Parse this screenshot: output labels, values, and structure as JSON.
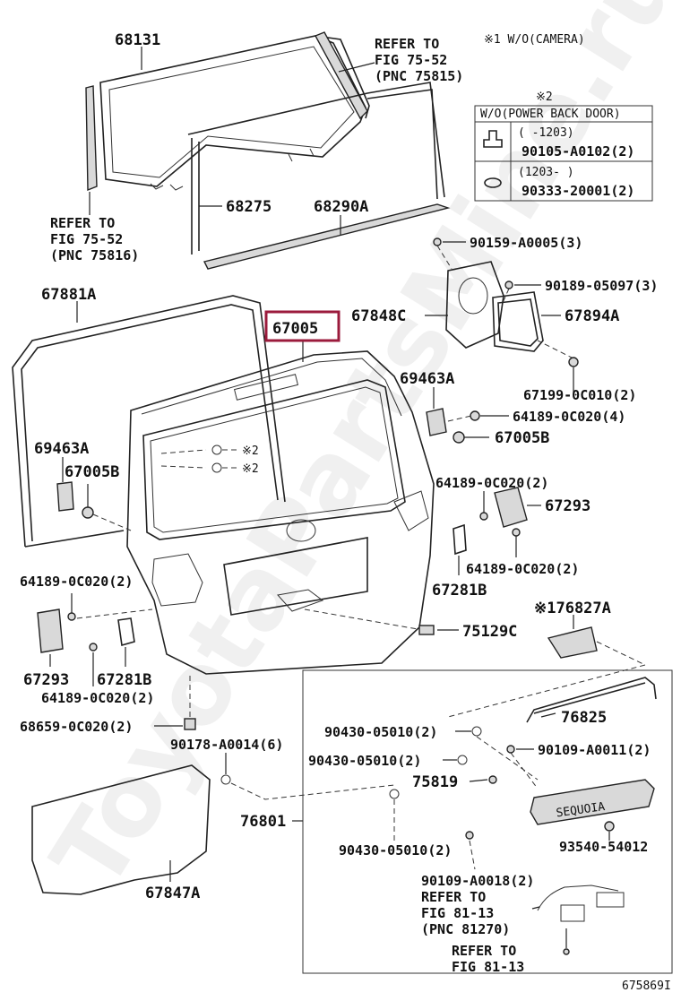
{
  "watermark": "ToyotaPartsMine.ru",
  "figure_id": "675869I",
  "highlight_part": "67005",
  "note1": "※1 W/O(CAMERA)",
  "note2_table": {
    "marker": "※2",
    "header": "W/O(POWER BACK DOOR)",
    "row1_range": "(      -1203)",
    "row1_part": "90105-A0102(2)",
    "row2_range": "(1203-      )",
    "row2_part": "90333-20001(2)"
  },
  "labels": {
    "p68131": "68131",
    "refer_7552a_1": "REFER TO",
    "refer_7552a_2": "FIG 75-52",
    "refer_7552a_3": "(PNC 75815)",
    "refer_7552b_1": "REFER TO",
    "refer_7552b_2": "FIG 75-52",
    "refer_7552b_3": "(PNC 75816)",
    "p68275": "68275",
    "p68290A": "68290A",
    "p90159": "90159-A0005(3)",
    "p90189": "90189-05097(3)",
    "p67881A": "67881A",
    "p67005": "67005",
    "p67848C": "67848C",
    "p67894A": "67894A",
    "p69463A_r": "69463A",
    "p67199": "67199-0C010(2)",
    "p64189_a": "64189-0C020(4)",
    "p67005B_r": "67005B",
    "p69463A_l": "69463A",
    "p67005B_l": "67005B",
    "x2a": "※2",
    "x2b": "※2",
    "p64189_b": "64189-0C020(2)",
    "p67293_r": "67293",
    "p64189_c": "64189-0C020(2)",
    "p67281B_r": "67281B",
    "p64189_d": "64189-0C020(2)",
    "p76827A": "※176827A",
    "p75129C": "75129C",
    "p67293_l": "67293",
    "p67281B_l": "67281B",
    "p64189_e": "64189-0C020(2)",
    "p68659": "68659-0C020(2)",
    "p76825": "76825",
    "p90430_a": "90430-05010(2)",
    "p90109_a": "90109-A0011(2)",
    "p90178": "90178-A0014(6)",
    "p90430_b": "90430-05010(2)",
    "p75819": "75819",
    "p76801": "76801",
    "p90430_c": "90430-05010(2)",
    "p93540": "93540-54012",
    "p90109_b": "90109-A0018(2)",
    "refer_8113a_1": "REFER TO",
    "refer_8113a_2": "FIG 81-13",
    "refer_8113a_3": "(PNC 81270)",
    "p67847A": "67847A",
    "refer_8113b_1": "REFER TO",
    "refer_8113b_2": "FIG 81-13",
    "emblem": "SEQUOIA"
  },
  "colors": {
    "highlight": "#9b1b3c",
    "line": "#222222",
    "watermark": "#e4e4e4"
  }
}
